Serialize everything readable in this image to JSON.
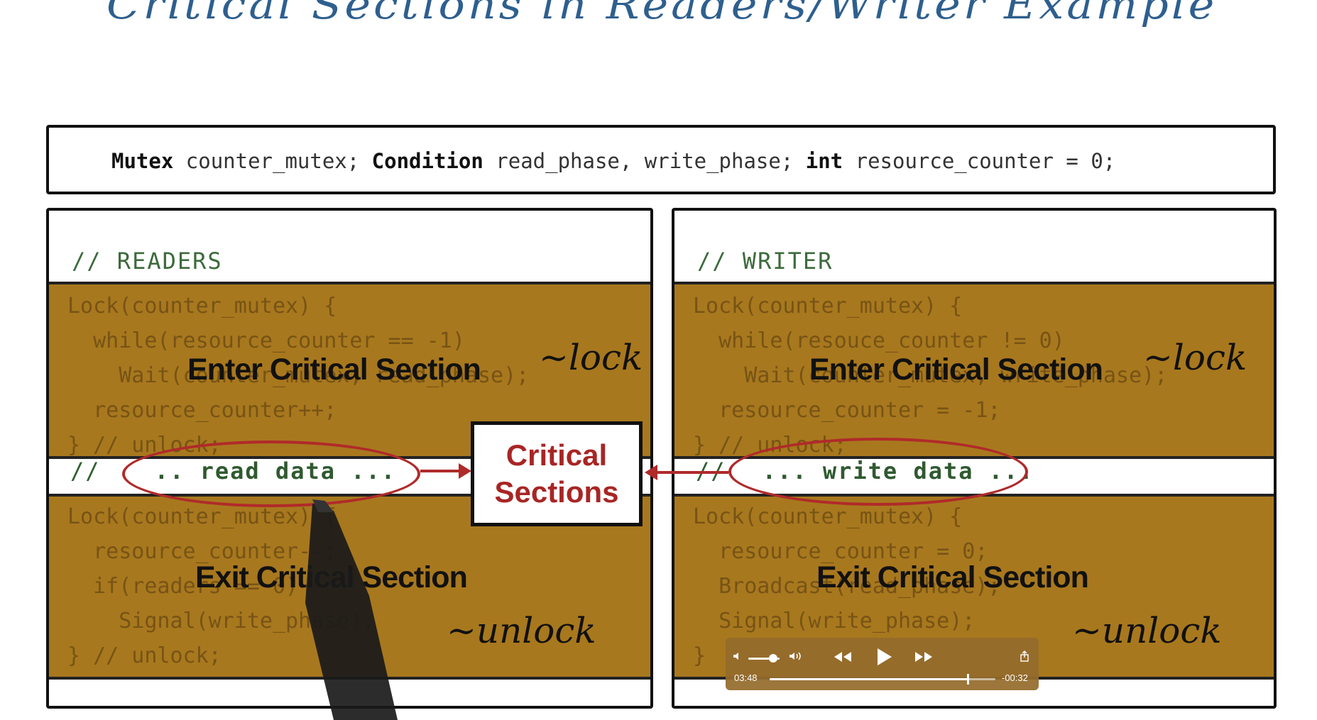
{
  "title": "Critical Sections in Readers/Writer Example",
  "declaration": {
    "t1": "Mutex",
    "t2": " counter_mutex; ",
    "t3": "Condition",
    "t4": " read_phase, write_phase; ",
    "t5": "int",
    "t6": " resource_counter = 0;"
  },
  "readers": {
    "heading": "// READERS",
    "enter_code": "Lock(counter_mutex) {\n  while(resource_counter == -1)\n    Wait(counter_mutex, read_phase);\n  resource_counter++;\n} // unlock;",
    "enter_label": "Enter Critical Section",
    "enter_note": "~lock",
    "mid_prefix": "// ",
    "mid_text": ".. read data ...",
    "exit_code": "Lock(counter_mutex) {\n  resource_counter--;\n  if(readers == 0)\n    Signal(write_phase);\n} // unlock;",
    "exit_label": "Exit Critical Section",
    "exit_note": "~unlock"
  },
  "writer": {
    "heading": "// WRITER",
    "enter_code": "Lock(counter_mutex) {\n  while(resouce_counter != 0)\n    Wait(counter_mutex, write_phase);\n  resource_counter = -1;\n} // unlock;",
    "enter_label": "Enter Critical Section",
    "enter_note": "~lock",
    "mid_prefix": "// ",
    "mid_text": "... write data ...",
    "exit_code": "Lock(counter_mutex) {\n  resource_counter = 0;\n  Broadcast(read_phase);\n  Signal(write_phase);\n}",
    "exit_label": "Exit Critical Section",
    "exit_note": "~unlock"
  },
  "critical_box": {
    "line1": "Critical",
    "line2": "Sections"
  },
  "player": {
    "elapsed": "03:48",
    "remaining": "-00:32",
    "progress_fraction": 0.877,
    "volume_fraction": 0.8,
    "icons": [
      "volume-low-icon",
      "volume-high-icon",
      "rewind-icon",
      "play-icon",
      "fast-forward-icon",
      "share-icon"
    ]
  },
  "colors": {
    "band": "#a8781e",
    "annotation_red": "#b02a2a",
    "title_blue": "#2e5f8e",
    "comment_green": "#3c6b3c"
  }
}
